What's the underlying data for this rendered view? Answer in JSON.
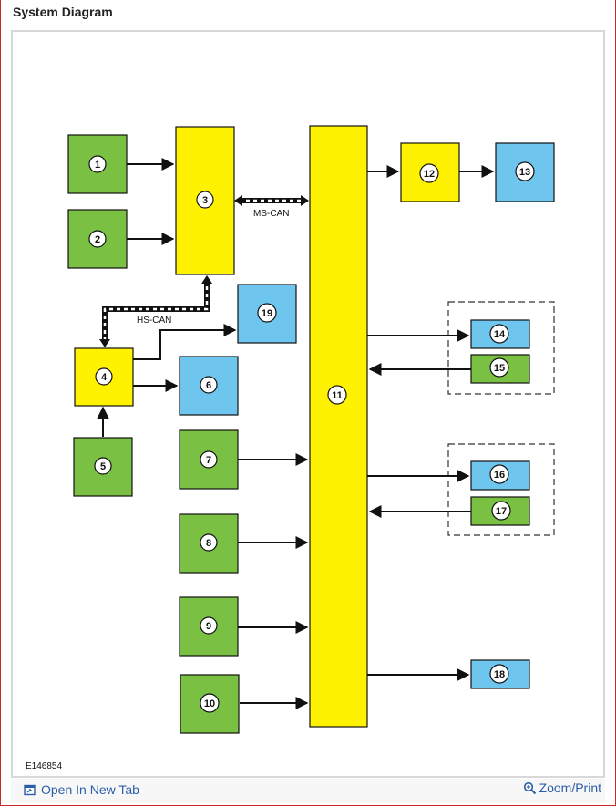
{
  "page_title": "System Diagram",
  "figure_id": "E146854",
  "footer": {
    "open_new_tab": "Open In New Tab",
    "zoom_print": "Zoom/Print"
  },
  "colors": {
    "green": "#7ac143",
    "yellow": "#fff200",
    "blue": "#6ec6ee",
    "link": "#2b5ea8"
  },
  "icons": {
    "open_tab": "open-new-tab-icon",
    "zoom": "magnifier-icon"
  },
  "diagram": {
    "nodes": [
      {
        "id": "1",
        "color": "green"
      },
      {
        "id": "2",
        "color": "green"
      },
      {
        "id": "3",
        "color": "yellow"
      },
      {
        "id": "4",
        "color": "yellow"
      },
      {
        "id": "5",
        "color": "green"
      },
      {
        "id": "6",
        "color": "blue"
      },
      {
        "id": "7",
        "color": "green"
      },
      {
        "id": "8",
        "color": "green"
      },
      {
        "id": "9",
        "color": "green"
      },
      {
        "id": "10",
        "color": "green"
      },
      {
        "id": "11",
        "color": "yellow"
      },
      {
        "id": "12",
        "color": "yellow"
      },
      {
        "id": "13",
        "color": "blue"
      },
      {
        "id": "14",
        "color": "blue"
      },
      {
        "id": "15",
        "color": "green"
      },
      {
        "id": "16",
        "color": "blue"
      },
      {
        "id": "17",
        "color": "green"
      },
      {
        "id": "18",
        "color": "blue"
      },
      {
        "id": "19",
        "color": "blue"
      }
    ],
    "bus_labels": {
      "ms_can": "MS-CAN",
      "hs_can": "HS-CAN"
    },
    "connections": [
      {
        "from": "1",
        "to": "3"
      },
      {
        "from": "2",
        "to": "3"
      },
      {
        "from": "3",
        "to": "11",
        "bus": "MS-CAN"
      },
      {
        "from": "4",
        "to": "3",
        "bus": "HS-CAN"
      },
      {
        "from": "4",
        "to": "19"
      },
      {
        "from": "4",
        "to": "6"
      },
      {
        "from": "5",
        "to": "4"
      },
      {
        "from": "7",
        "to": "11"
      },
      {
        "from": "8",
        "to": "11"
      },
      {
        "from": "9",
        "to": "11"
      },
      {
        "from": "10",
        "to": "11"
      },
      {
        "from": "11",
        "to": "12"
      },
      {
        "from": "12",
        "to": "13"
      },
      {
        "from": "11",
        "to": "14"
      },
      {
        "from": "15",
        "to": "11"
      },
      {
        "from": "11",
        "to": "16"
      },
      {
        "from": "17",
        "to": "11"
      },
      {
        "from": "11",
        "to": "18"
      }
    ]
  }
}
